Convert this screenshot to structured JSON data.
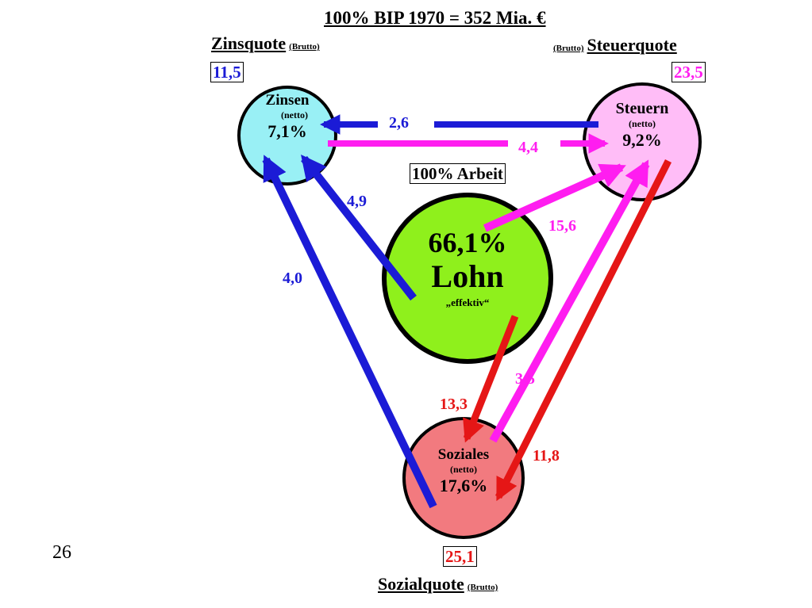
{
  "title": "100% BIP 1970 = 352 Mia. €",
  "top_left": {
    "main": "Zinsquote",
    "sub": "(Brutto)",
    "value": "11,5"
  },
  "top_right": {
    "sub": "(Brutto)",
    "main": "Steuerquote",
    "value": "23,5"
  },
  "bottom": {
    "value": "25,1",
    "main": "Sozialquote",
    "sub": "(Brutto)"
  },
  "center_label": "100% Arbeit",
  "nodes": {
    "zinsen": {
      "name": "Zinsen",
      "sub": "(netto)",
      "pct": "7,1%"
    },
    "steuern": {
      "name": "Steuern",
      "sub": "(netto)",
      "pct": "9,2%"
    },
    "lohn": {
      "pct": "66,1%",
      "name": "Lohn",
      "sub": "„effektiv“"
    },
    "soziales": {
      "name": "Soziales",
      "sub": "(netto)",
      "pct": "17,6%"
    }
  },
  "flows": {
    "steuern_to_zinsen": "2,6",
    "zinsen_to_steuern": "4,4",
    "lohn_to_zinsen": "4,9",
    "soziales_to_zinsen": "4,0",
    "lohn_to_steuern": "15,6",
    "lohn_to_soziales": "13,3",
    "soziales_to_steuern": "3,5",
    "steuern_to_soziales": "11,8"
  },
  "page_number": "26",
  "colors": {
    "zinsen_fill": "#99f0f5",
    "steuern_fill": "#ffbdf7",
    "lohn_fill": "#8ff01c",
    "soziales_fill": "#f27a7f",
    "blue": "#1b1bd6",
    "magenta": "#ff1df0",
    "red": "#e51616"
  }
}
